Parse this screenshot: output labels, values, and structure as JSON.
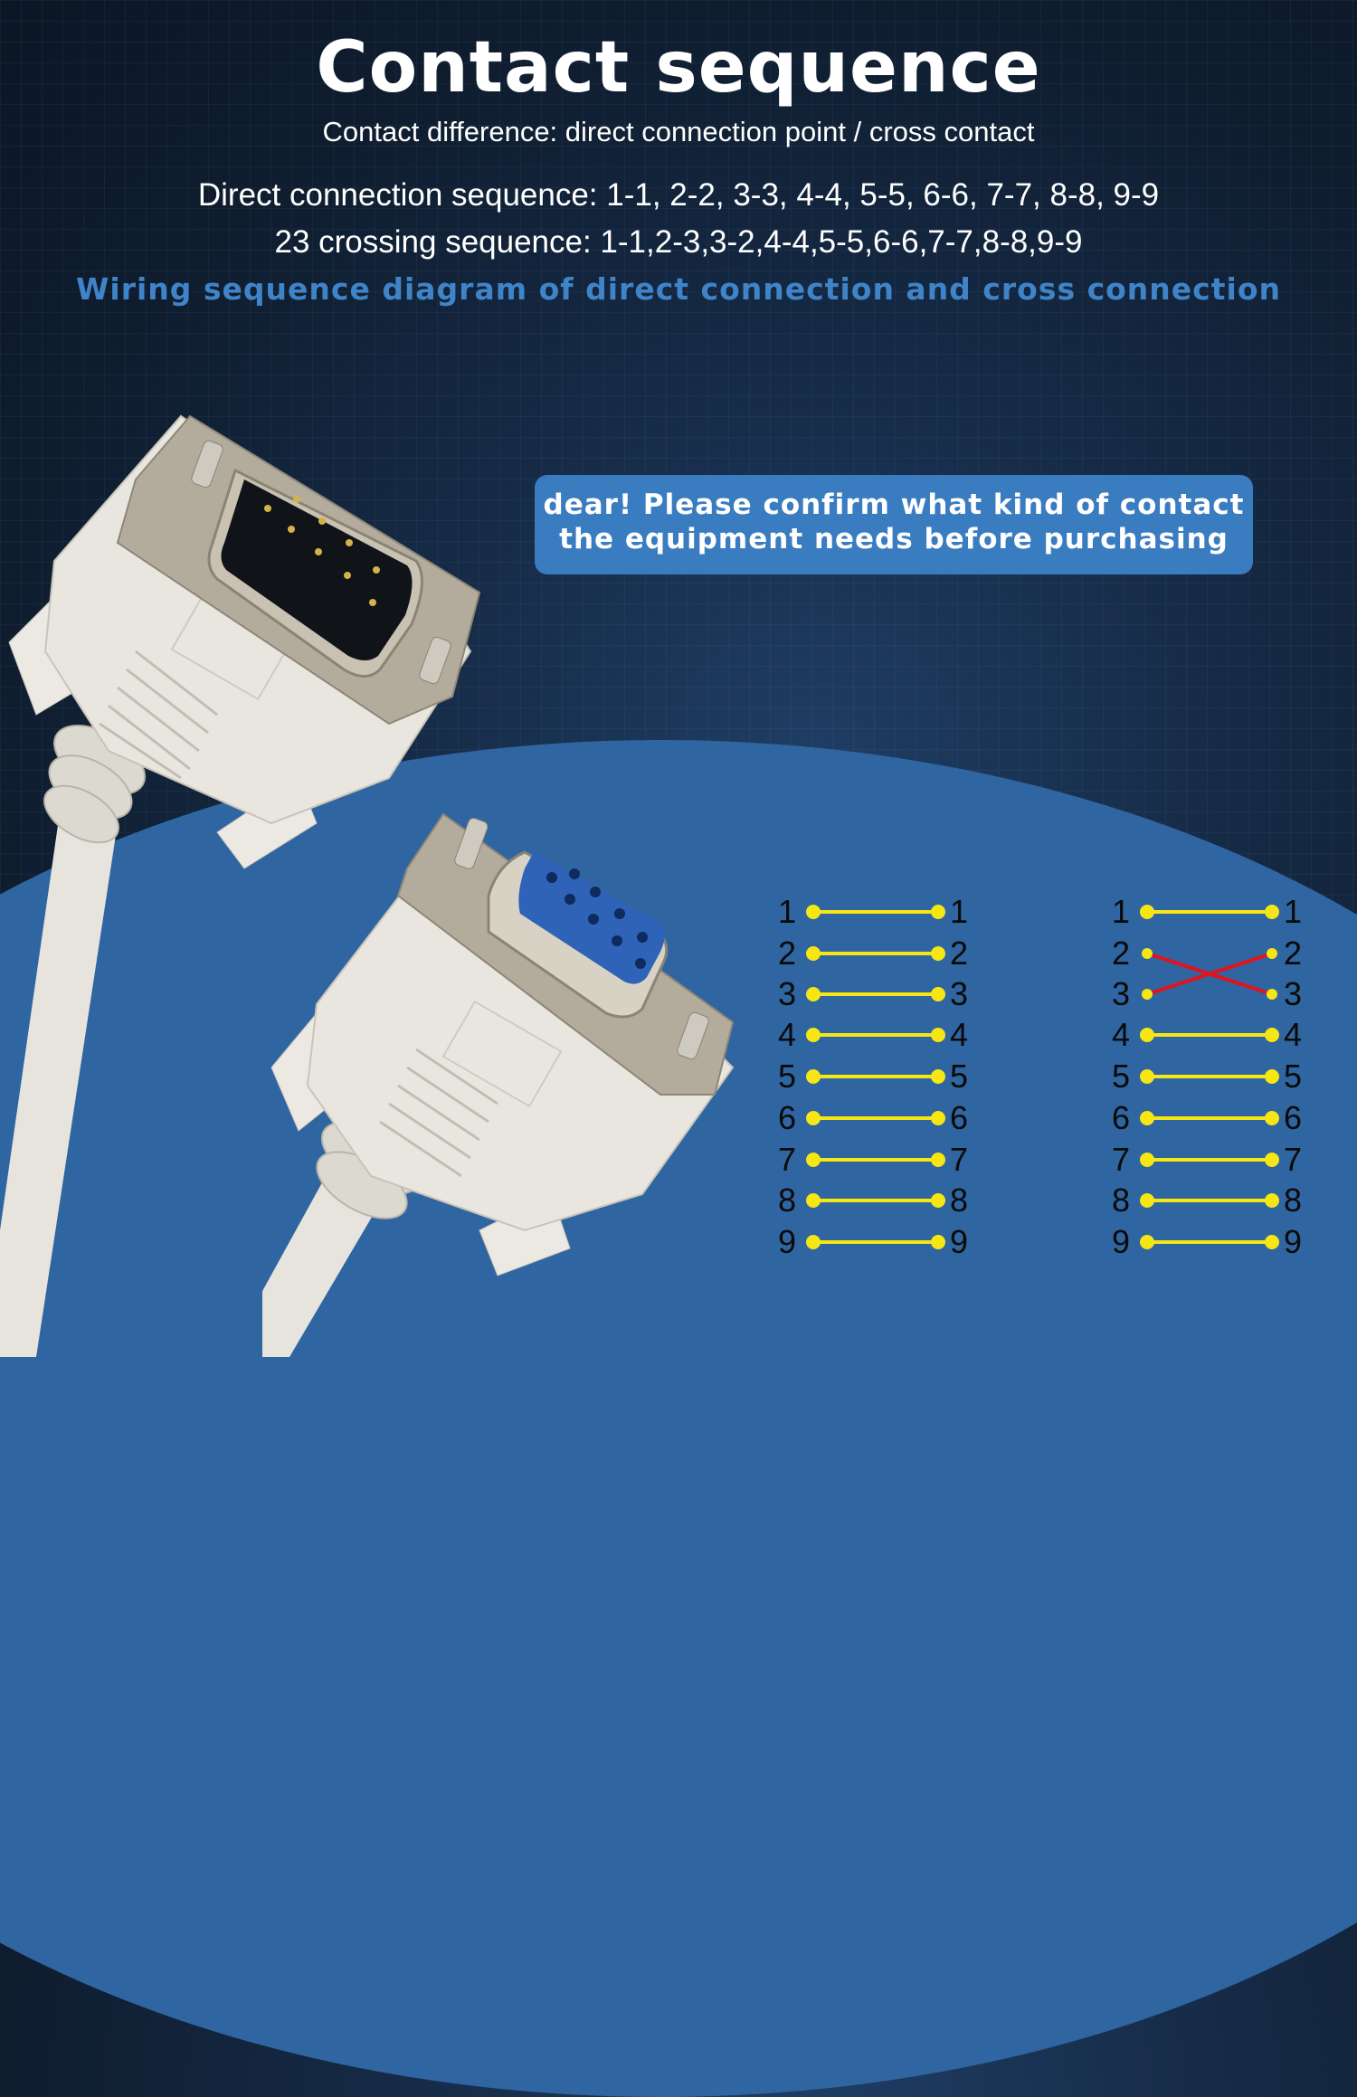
{
  "header": {
    "title": "Contact sequence",
    "subtitle": "Contact difference: direct connection point / cross contact",
    "direct_sequence": "Direct connection sequence: 1-1, 2-2, 3-3, 4-4, 5-5, 6-6, 7-7, 8-8, 9-9",
    "cross_sequence": "23 crossing sequence: 1-1,2-3,3-2,4-4,5-5,6-6,7-7,8-8,9-9",
    "wiring_caption": "Wiring sequence diagram of direct connection and cross connection"
  },
  "notice": {
    "line1": "dear! Please confirm what kind of contact",
    "line2": "the equipment needs before purchasing"
  },
  "colors": {
    "background_dark": "#0f1d2f",
    "blue_panel": "#2f65a0",
    "notice_bg": "#3a7cc0",
    "caption_blue": "#3f84c8",
    "wire_yellow": "#f5e614",
    "cross_red": "#e0141e",
    "connector_body": "#e8e6df",
    "metal_shell": "#b3ab9c",
    "female_insert": "#2e63b8"
  },
  "connectors": [
    {
      "type": "male",
      "label": "DB9 male connector",
      "pins": 9
    },
    {
      "type": "female",
      "label": "DB9 female connector",
      "pins": 9
    }
  ],
  "diagrams": [
    {
      "name": "direct",
      "left_pins": [
        "1",
        "2",
        "3",
        "4",
        "5",
        "6",
        "7",
        "8",
        "9"
      ],
      "right_pins": [
        "1",
        "2",
        "3",
        "4",
        "5",
        "6",
        "7",
        "8",
        "9"
      ],
      "connections": [
        [
          1,
          1
        ],
        [
          2,
          2
        ],
        [
          3,
          3
        ],
        [
          4,
          4
        ],
        [
          5,
          5
        ],
        [
          6,
          6
        ],
        [
          7,
          7
        ],
        [
          8,
          8
        ],
        [
          9,
          9
        ]
      ]
    },
    {
      "name": "cross",
      "left_pins": [
        "1",
        "2",
        "3",
        "4",
        "5",
        "6",
        "7",
        "8",
        "9"
      ],
      "right_pins": [
        "1",
        "2",
        "3",
        "4",
        "5",
        "6",
        "7",
        "8",
        "9"
      ],
      "connections": [
        [
          1,
          1
        ],
        [
          2,
          3
        ],
        [
          3,
          2
        ],
        [
          4,
          4
        ],
        [
          5,
          5
        ],
        [
          6,
          6
        ],
        [
          7,
          7
        ],
        [
          8,
          8
        ],
        [
          9,
          9
        ]
      ],
      "crossed": [
        [
          2,
          3
        ],
        [
          3,
          2
        ]
      ]
    }
  ]
}
